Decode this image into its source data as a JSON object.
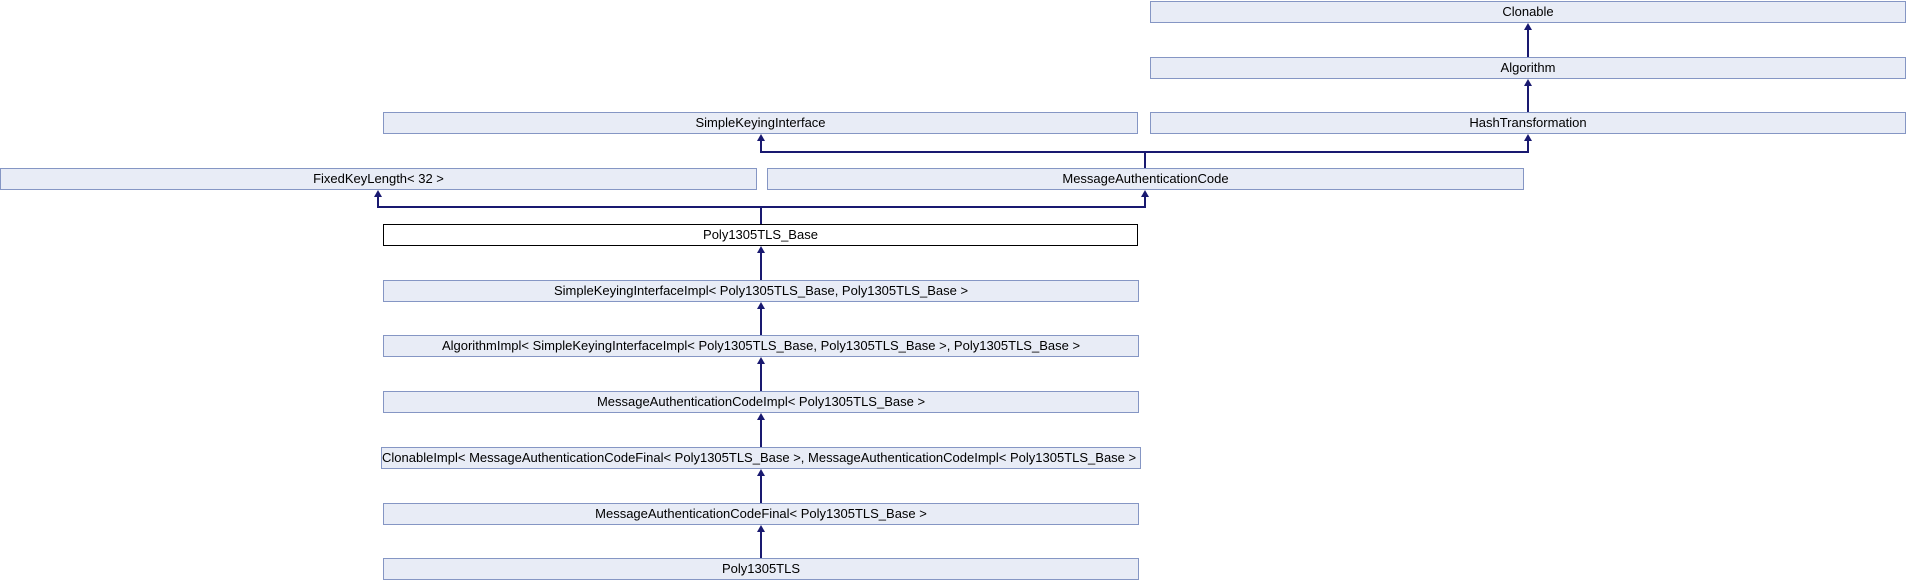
{
  "diagram": {
    "type": "class-inheritance-graph",
    "current_class": "Poly1305TLS_Base",
    "colors": {
      "background": "#ffffff",
      "node_fill": "#e8ecf6",
      "node_border": "#8596c4",
      "current_node_fill": "#ffffff",
      "current_node_border": "#000000",
      "edge": "#191970",
      "text": "#000000"
    },
    "nodes": [
      {
        "id": "clonable",
        "label": "Clonable"
      },
      {
        "id": "algorithm",
        "label": "Algorithm"
      },
      {
        "id": "simple-keying-interface",
        "label": "SimpleKeyingInterface"
      },
      {
        "id": "hash-transformation",
        "label": "HashTransformation"
      },
      {
        "id": "fixed-key-length-32",
        "label": "FixedKeyLength< 32 >"
      },
      {
        "id": "message-authentication-code",
        "label": "MessageAuthenticationCode"
      },
      {
        "id": "poly1305tls-base",
        "label": "Poly1305TLS_Base",
        "current": true
      },
      {
        "id": "simple-keying-interface-impl",
        "label": "SimpleKeyingInterfaceImpl< Poly1305TLS_Base, Poly1305TLS_Base >"
      },
      {
        "id": "algorithm-impl",
        "label": "AlgorithmImpl< SimpleKeyingInterfaceImpl< Poly1305TLS_Base, Poly1305TLS_Base >, Poly1305TLS_Base >"
      },
      {
        "id": "message-authentication-code-impl",
        "label": "MessageAuthenticationCodeImpl< Poly1305TLS_Base >"
      },
      {
        "id": "clonable-impl",
        "label": "ClonableImpl< MessageAuthenticationCodeFinal< Poly1305TLS_Base >, MessageAuthenticationCodeImpl< Poly1305TLS_Base > >"
      },
      {
        "id": "message-authentication-code-final",
        "label": "MessageAuthenticationCodeFinal< Poly1305TLS_Base >"
      },
      {
        "id": "poly1305tls",
        "label": "Poly1305TLS"
      }
    ],
    "edges": [
      {
        "from": "algorithm",
        "to": "clonable"
      },
      {
        "from": "hash-transformation",
        "to": "algorithm"
      },
      {
        "from": "message-authentication-code",
        "to": "simple-keying-interface"
      },
      {
        "from": "message-authentication-code",
        "to": "hash-transformation"
      },
      {
        "from": "poly1305tls-base",
        "to": "fixed-key-length-32"
      },
      {
        "from": "poly1305tls-base",
        "to": "message-authentication-code"
      },
      {
        "from": "simple-keying-interface-impl",
        "to": "poly1305tls-base"
      },
      {
        "from": "algorithm-impl",
        "to": "simple-keying-interface-impl"
      },
      {
        "from": "message-authentication-code-impl",
        "to": "algorithm-impl"
      },
      {
        "from": "clonable-impl",
        "to": "message-authentication-code-impl"
      },
      {
        "from": "message-authentication-code-final",
        "to": "clonable-impl"
      },
      {
        "from": "poly1305tls",
        "to": "message-authentication-code-final"
      }
    ]
  }
}
